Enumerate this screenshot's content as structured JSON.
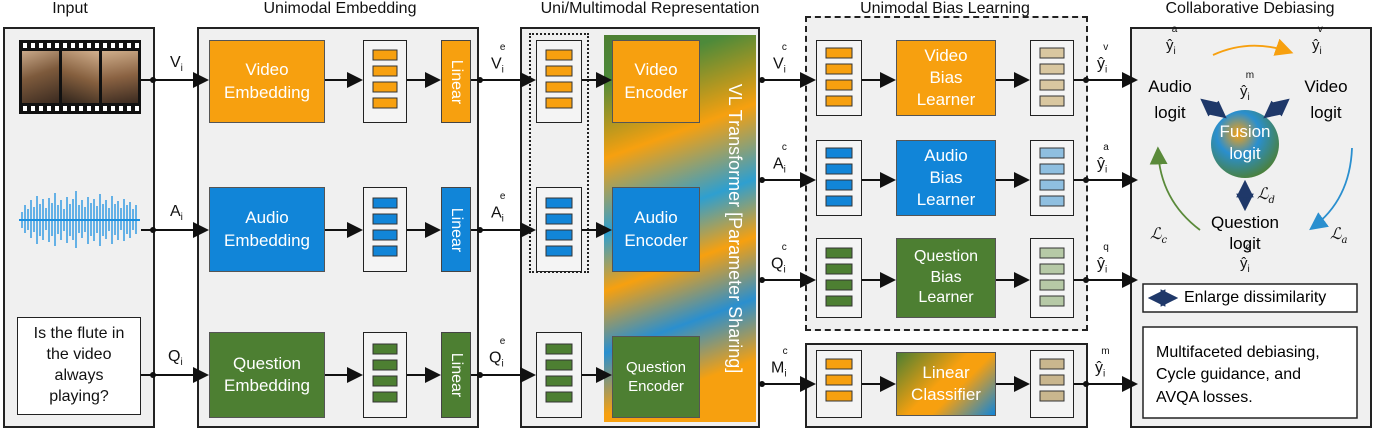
{
  "titles": {
    "input": "Input",
    "unimodal_embedding": "Unimodal Embedding",
    "representation": "Uni/Multimodal Representation",
    "bias_learning": "Unimodal Bias Learning",
    "collab": "Collaborative Debiasing"
  },
  "inputs": {
    "question_text": "Is the flute in the video always playing?"
  },
  "symbols": {
    "v_base": "V",
    "a_base": "A",
    "q_base": "Q",
    "m_base": "M",
    "sub_i": "i",
    "sup_e": "e",
    "sup_c": "c",
    "yhat": "ŷ",
    "sup_v": "v",
    "sup_a": "a",
    "sup_q": "q",
    "sup_m": "m"
  },
  "embedding": {
    "video": "Video Embedding",
    "audio": "Audio Embedding",
    "question": "Question Embedding",
    "linear": "Linear"
  },
  "representation": {
    "video_encoder": "Video Encoder",
    "audio_encoder": "Audio Encoder",
    "question_encoder": "Question Encoder",
    "transformer": "VL Transformer [Parameter Sharing]"
  },
  "bias": {
    "video": "Video Bias Learner",
    "audio": "Audio Bias Learner",
    "question": "Question Bias Learner",
    "classifier": "Linear Classifier"
  },
  "collab": {
    "audio_logit": "Audio logit",
    "video_logit": "Video logit",
    "fusion_logit": "Fusion logit",
    "question_logit": "Question logit",
    "loss_c": "ℒ",
    "loss_a": "ℒ",
    "loss_d": "ℒ",
    "loss_c_sub": "c",
    "loss_a_sub": "a",
    "loss_d_sub": "d",
    "legend": "Enlarge dissimilarity",
    "summary": "Multifaceted debiasing, Cycle guidance, and AVQA losses."
  },
  "colors": {
    "video": "#f7a00f",
    "audio": "#1185d8",
    "question": "#4d7f32",
    "panel": "#f0f0f0",
    "arrow_dark": "#1f3869"
  }
}
